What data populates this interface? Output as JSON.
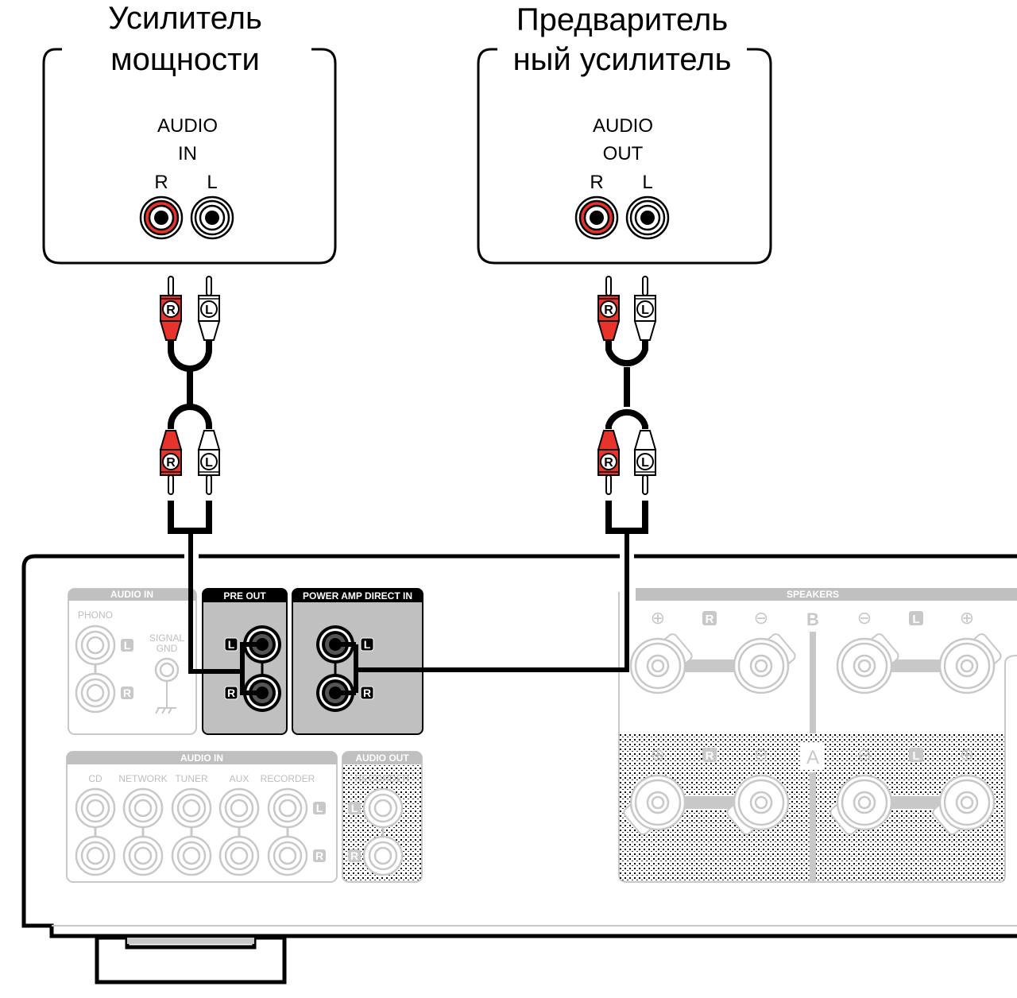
{
  "colors": {
    "red": "#e8332a",
    "panel_gray": "#c0c0c0",
    "faded": "#c4c4c4",
    "black": "#000000"
  },
  "power_amp": {
    "title_line1": "Усилитель",
    "title_line2": "мощности",
    "connector": "AUDIO",
    "direction": "IN",
    "r": "R",
    "l": "L"
  },
  "preamp": {
    "title_line1": "Предваритель",
    "title_line2": "ный усилитель",
    "connector": "AUDIO",
    "direction": "OUT",
    "r": "R",
    "l": "L"
  },
  "plug_labels": {
    "r": "R",
    "l": "L"
  },
  "rear_panel": {
    "phono_section": {
      "header": "AUDIO IN",
      "phono": "PHONO",
      "signal": "SIGNAL",
      "gnd": "GND",
      "l": "L",
      "r": "R"
    },
    "pre_out": {
      "header": "PRE OUT",
      "l": "L",
      "r": "R"
    },
    "power_amp_direct_in": {
      "header": "POWER AMP DIRECT IN",
      "l": "L",
      "r": "R"
    },
    "audio_in": {
      "header": "AUDIO IN",
      "inputs": [
        "CD",
        "NETWORK",
        "TUNER",
        "AUX",
        "RECORDER"
      ],
      "l": "L",
      "r": "R"
    },
    "audio_out": {
      "header": "AUDIO OUT",
      "sub": "RECORDER",
      "l": "L",
      "r": "R"
    },
    "speakers": {
      "header": "SPEAKERS",
      "b": "B",
      "a": "A",
      "r": "R",
      "l": "L",
      "plus": "⊕",
      "minus": "⊖"
    }
  }
}
